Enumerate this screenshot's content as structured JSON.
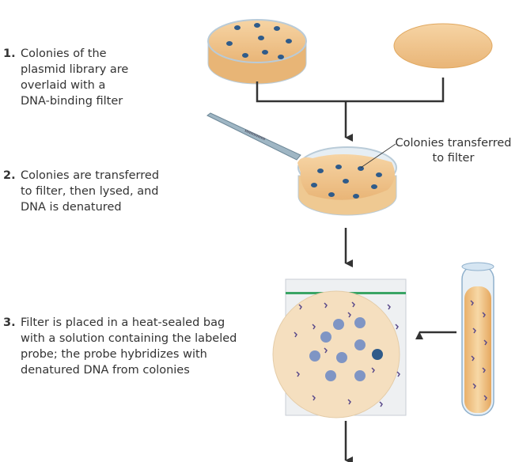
{
  "steps": [
    {
      "number": "1.",
      "lines": [
        "Colonies of the",
        "plasmid library are",
        "overlaid with a",
        "DNA-binding filter"
      ]
    },
    {
      "number": "2.",
      "lines": [
        "Colonies are transferred",
        "to filter, then lysed, and",
        "DNA is denatured"
      ]
    },
    {
      "number": "3.",
      "lines": [
        "Filter is placed in a heat-sealed bag",
        "with a solution containing the labeled",
        "probe; the probe hybridizes with",
        "denatured DNA from colonies"
      ]
    }
  ],
  "callout": {
    "lines": [
      "Colonies transferred",
      "to filter"
    ]
  },
  "colors": {
    "agar": "#f2c48a",
    "colony": "#2f5b8a",
    "seal": "#3aa565",
    "arrow": "#333333"
  }
}
